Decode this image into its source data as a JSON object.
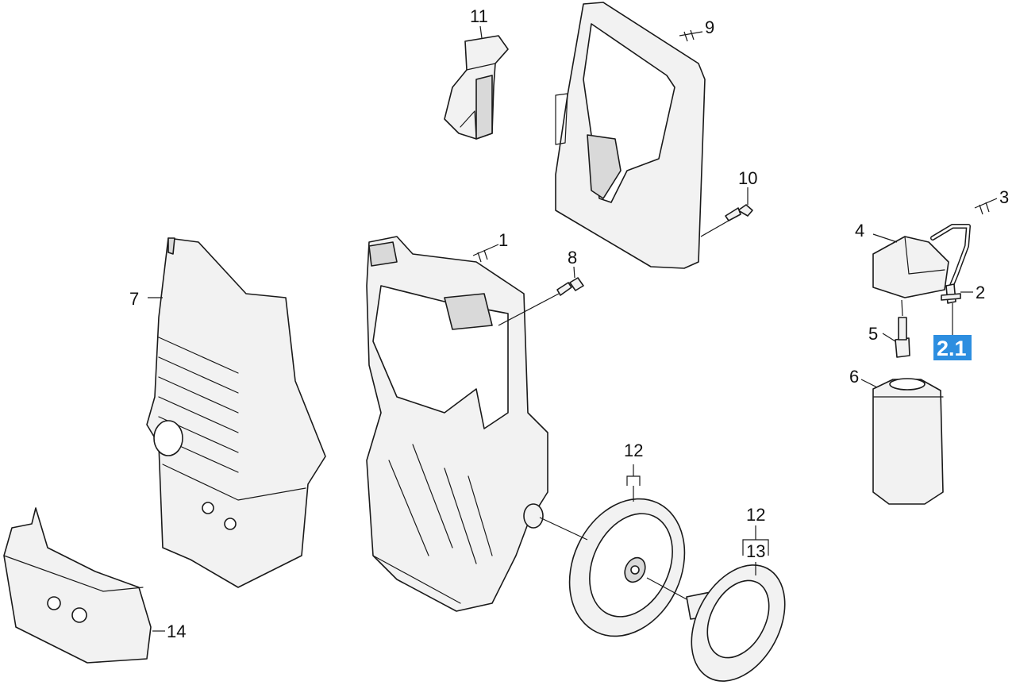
{
  "callouts": {
    "c1": "1",
    "c2": "2",
    "c2_1": "2.1",
    "c3": "3",
    "c4": "4",
    "c5": "5",
    "c6": "6",
    "c7": "7",
    "c8": "8",
    "c9": "9",
    "c10": "10",
    "c11": "11",
    "c12a": "12",
    "c12b": "12",
    "c13": "13",
    "c14": "14"
  },
  "colors": {
    "highlight": "#2d8ee0",
    "line": "#1a1a1a",
    "part_fill": "#f2f2f2"
  }
}
